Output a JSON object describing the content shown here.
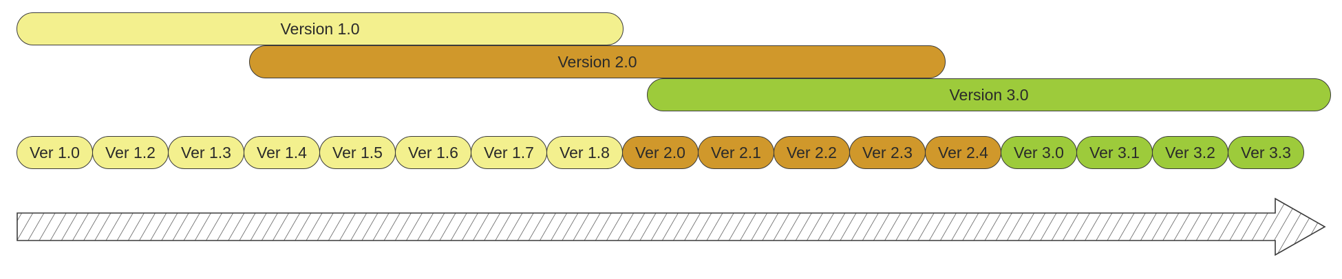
{
  "colors": {
    "version1": "#f3f08e",
    "version2": "#d0982b",
    "version3": "#9dcb3b",
    "outline": "#3a3a3a"
  },
  "major_versions": [
    {
      "label": "Version 1.0"
    },
    {
      "label": "Version 2.0"
    },
    {
      "label": "Version 3.0"
    }
  ],
  "minor_versions": [
    {
      "label": "Ver 1.0",
      "group": 1
    },
    {
      "label": "Ver 1.2",
      "group": 1
    },
    {
      "label": "Ver 1.3",
      "group": 1
    },
    {
      "label": "Ver 1.4",
      "group": 1
    },
    {
      "label": "Ver 1.5",
      "group": 1
    },
    {
      "label": "Ver 1.6",
      "group": 1
    },
    {
      "label": "Ver 1.7",
      "group": 1
    },
    {
      "label": "Ver 1.8",
      "group": 1
    },
    {
      "label": "Ver 2.0",
      "group": 2
    },
    {
      "label": "Ver 2.1",
      "group": 2
    },
    {
      "label": "Ver 2.2",
      "group": 2
    },
    {
      "label": "Ver 2.3",
      "group": 2
    },
    {
      "label": "Ver 2.4",
      "group": 2
    },
    {
      "label": "Ver 3.0",
      "group": 3
    },
    {
      "label": "Ver 3.1",
      "group": 3
    },
    {
      "label": "Ver 3.2",
      "group": 3
    },
    {
      "label": "Ver 3.3",
      "group": 3
    }
  ]
}
